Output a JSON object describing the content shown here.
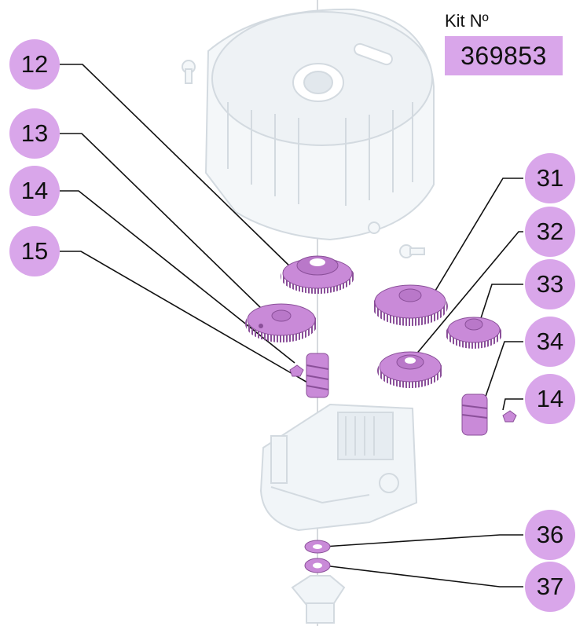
{
  "kit": {
    "label": "Kit Nº",
    "number": "369853"
  },
  "callouts": [
    {
      "id": "c12",
      "label": "12"
    },
    {
      "id": "c13",
      "label": "13"
    },
    {
      "id": "c14a",
      "label": "14"
    },
    {
      "id": "c15",
      "label": "15"
    },
    {
      "id": "c31",
      "label": "31"
    },
    {
      "id": "c32",
      "label": "32"
    },
    {
      "id": "c33",
      "label": "33"
    },
    {
      "id": "c34",
      "label": "34"
    },
    {
      "id": "c14b",
      "label": "14"
    },
    {
      "id": "c36",
      "label": "36"
    },
    {
      "id": "c37",
      "label": "37"
    }
  ],
  "colors": {
    "accent": "#d9a6ea",
    "part_fill": "#c98ad8",
    "part_dark": "#8a4f99",
    "ghost": "#d6dde3",
    "line": "#111111"
  }
}
